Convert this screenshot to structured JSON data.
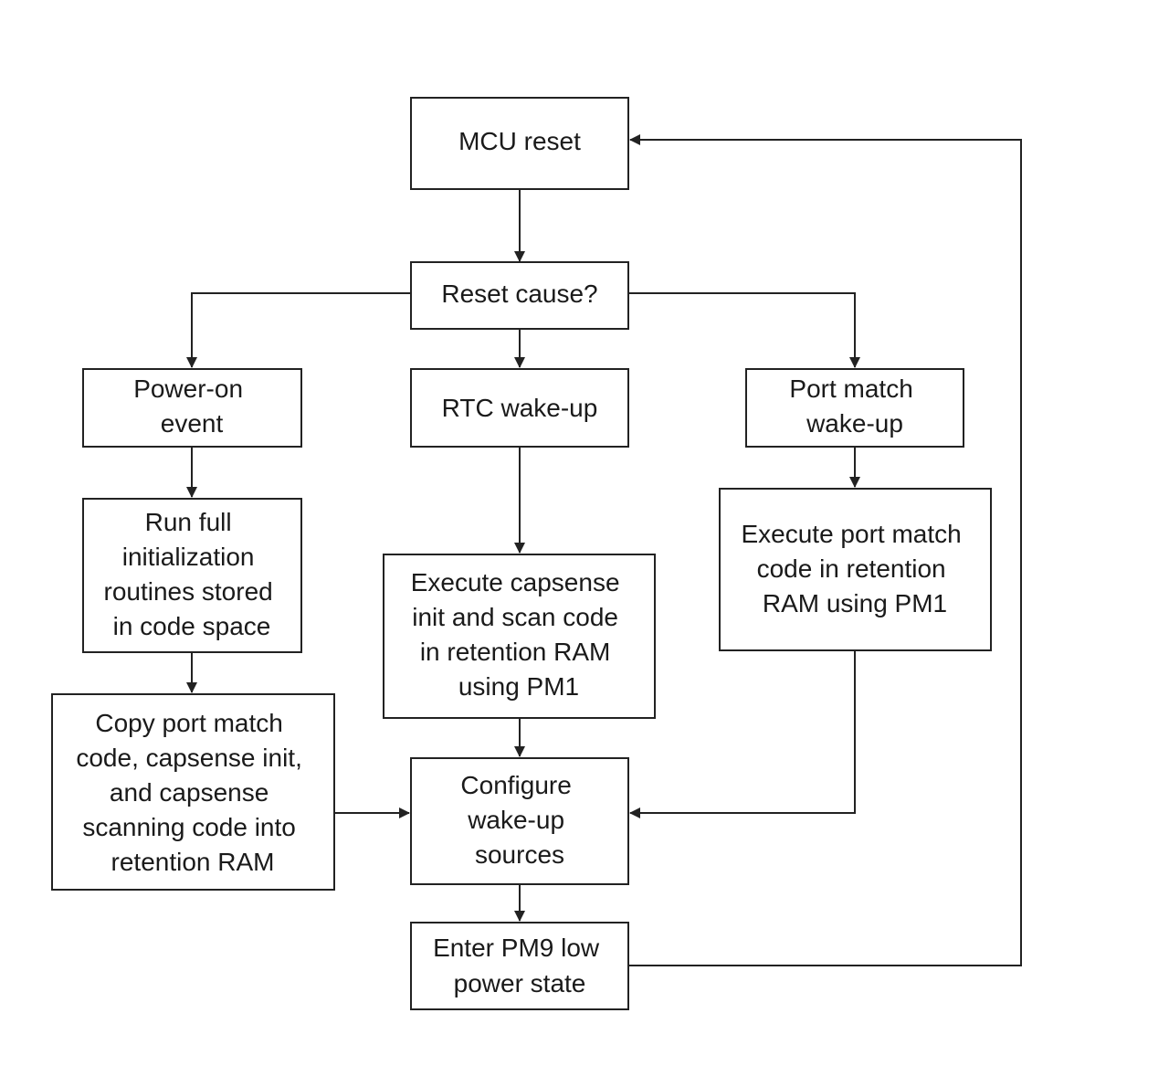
{
  "nodes": {
    "mcu_reset": {
      "lines": [
        "MCU reset"
      ]
    },
    "reset_cause": {
      "lines": [
        "Reset cause?"
      ]
    },
    "power_on": {
      "lines": [
        "Power-on",
        "event"
      ]
    },
    "rtc_wakeup": {
      "lines": [
        "RTC wake-up"
      ]
    },
    "port_match": {
      "lines": [
        "Port match",
        "wake-up"
      ]
    },
    "run_full_init": {
      "lines": [
        "Run full",
        "initialization",
        "routines stored",
        "in code space"
      ]
    },
    "exec_capsense": {
      "lines": [
        "Execute capsense",
        "init and scan code",
        "in retention RAM",
        "using PM1"
      ]
    },
    "exec_port_match": {
      "lines": [
        "Execute port match",
        "code in retention",
        "RAM using PM1"
      ]
    },
    "copy_code": {
      "lines": [
        "Copy port match",
        "code, capsense init,",
        "and capsense",
        "scanning code into",
        "retention RAM"
      ]
    },
    "configure_wakeup": {
      "lines": [
        "Configure",
        "wake-up",
        "sources"
      ]
    },
    "enter_pm9": {
      "lines": [
        "Enter PM9 low",
        "power state"
      ]
    }
  },
  "colors": {
    "stroke": "#222222",
    "text": "#1a1a1a",
    "background": "#ffffff"
  }
}
